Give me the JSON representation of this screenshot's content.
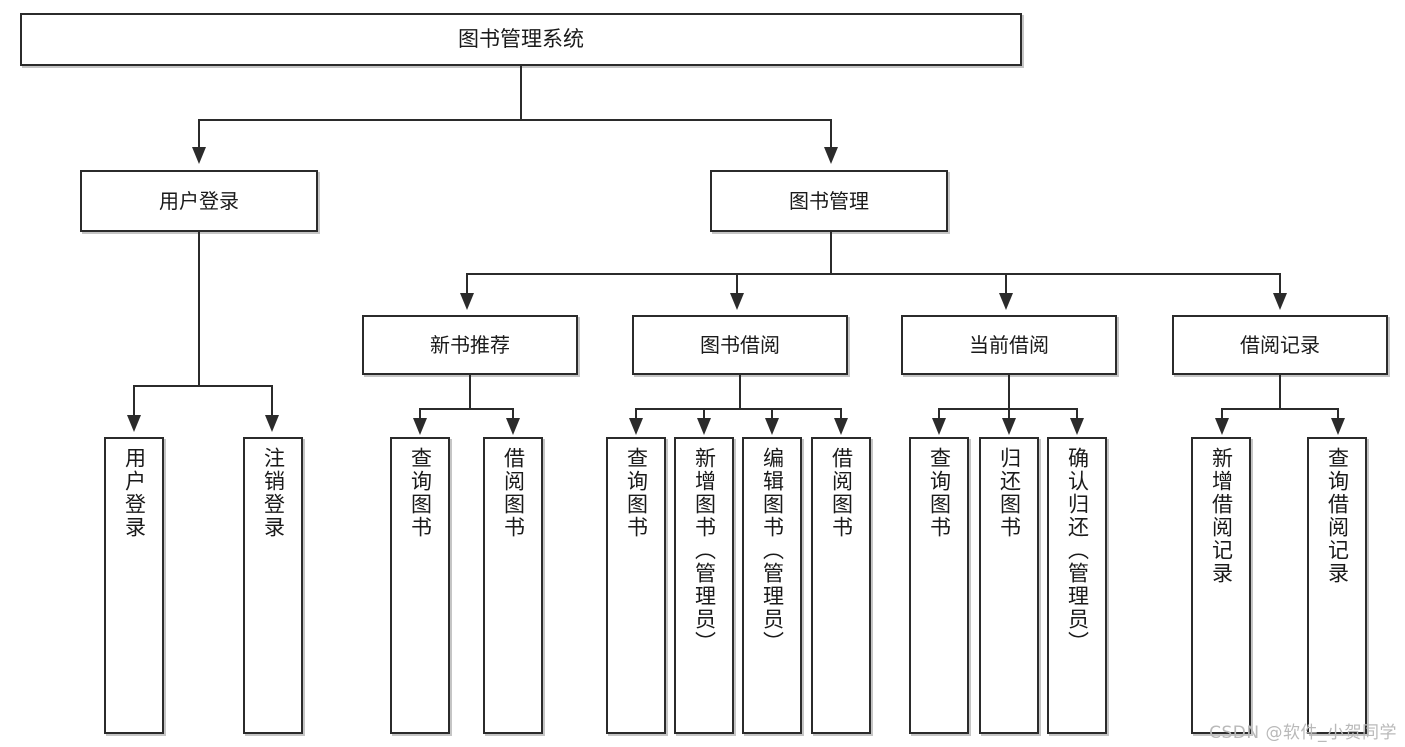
{
  "diagram": {
    "type": "tree",
    "title": "图书管理系统",
    "watermark": "CSDN @软件_小贺同学",
    "colors": {
      "box_border": "#2b2b2b",
      "box_fill": "#ffffff",
      "line": "#2b2b2b",
      "watermark": "#b9b9b9",
      "background": "#ffffff"
    },
    "nodes": {
      "root": {
        "label": "图书管理系统"
      },
      "level2": [
        {
          "id": "user-login",
          "label": "用户登录"
        },
        {
          "id": "book-manage",
          "label": "图书管理"
        }
      ],
      "level3": [
        {
          "id": "new-book-recommend",
          "label": "新书推荐"
        },
        {
          "id": "book-borrow",
          "label": "图书借阅"
        },
        {
          "id": "current-borrow",
          "label": "当前借阅"
        },
        {
          "id": "borrow-record",
          "label": "借阅记录"
        }
      ],
      "leaves": {
        "user-login": [
          {
            "id": "leaf-user-login",
            "label": "用户登录"
          },
          {
            "id": "leaf-logout-login",
            "label": "注销登录"
          }
        ],
        "new-book-recommend": [
          {
            "id": "leaf-query-book-1",
            "label": "查询图书"
          },
          {
            "id": "leaf-borrow-book-1",
            "label": "借阅图书"
          }
        ],
        "book-borrow": [
          {
            "id": "leaf-query-book-2",
            "label": "查询图书"
          },
          {
            "id": "leaf-add-book",
            "label": "新增图书（管理员）"
          },
          {
            "id": "leaf-edit-book",
            "label": "编辑图书（管理员）"
          },
          {
            "id": "leaf-borrow-book-2",
            "label": "借阅图书"
          }
        ],
        "current-borrow": [
          {
            "id": "leaf-query-book-3",
            "label": "查询图书"
          },
          {
            "id": "leaf-return-book",
            "label": "归还图书"
          },
          {
            "id": "leaf-confirm-return",
            "label": "确认归还（管理员）"
          }
        ],
        "borrow-record": [
          {
            "id": "leaf-add-record",
            "label": "新增借阅记录"
          },
          {
            "id": "leaf-query-record",
            "label": "查询借阅记录"
          }
        ]
      }
    }
  }
}
